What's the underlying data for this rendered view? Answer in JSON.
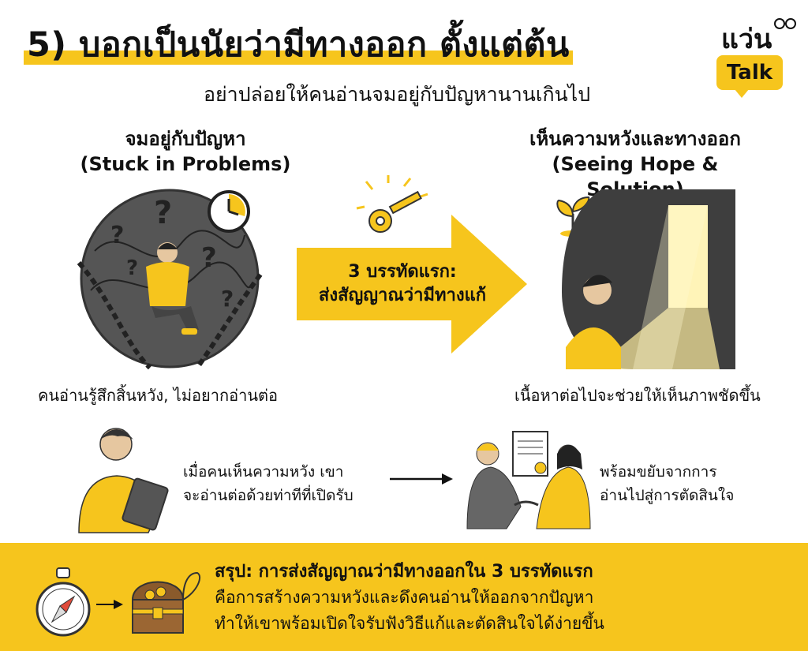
{
  "header": {
    "title": "5) บอกเป็นนัยว่ามีทางออก ตั้งแต่ต้น",
    "subtitle": "อย่าปล่อยให้คนอ่านจมอยู่กับปัญหานานเกินไป"
  },
  "brand": {
    "line1": "แว่น",
    "badge": "Talk"
  },
  "left_panel": {
    "heading_th": "จมอยู่กับปัญหา",
    "heading_en": "(Stuck in Problems)",
    "caption": "คนอ่านรู้สึกสิ้นหวัง, ไม่อยากอ่านต่อ"
  },
  "arrow": {
    "line1": "3 บรรทัดแรก:",
    "line2": "ส่งสัญญาณว่ามีทางแก้"
  },
  "right_panel": {
    "heading_th": "เห็นความหวังและทางออก",
    "heading_en": "(Seeing Hope & Solution)",
    "caption": "เนื้อหาต่อไปจะช่วยให้เห็นภาพชัดขึ้น"
  },
  "middle": {
    "left_line1": "เมื่อคนเห็นความหวัง เขา",
    "left_line2": "จะอ่านต่อด้วยท่าทีที่เปิดรับ",
    "right_line1": "พร้อมขยับจากการ",
    "right_line2": "อ่านไปสู่การตัดสินใจ"
  },
  "footer": {
    "line1": "สรุป: การส่งสัญญาณว่ามีทางออกใน 3 บรรทัดแรก",
    "line2": "คือการสร้างความหวังและดึงคนอ่านให้ออกจากปัญหา",
    "line3": "ทำให้เขาพร้อมเปิดใจรับฟังวิธีแก้และตัดสินใจได้ง่ายขึ้น"
  },
  "colors": {
    "accent": "#f6c51d",
    "dark": "#333333",
    "gray": "#6f6f6f"
  },
  "icons": [
    "glasses-icon",
    "clock-icon",
    "key-icon",
    "plant-icon",
    "compass-icon",
    "treasure-chest-icon",
    "certificate-icon",
    "right-arrow-icon"
  ]
}
